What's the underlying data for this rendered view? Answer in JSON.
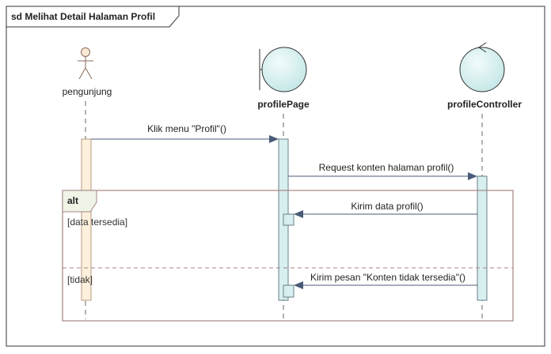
{
  "diagram": {
    "title": "sd Melihat Detail Halaman Profil",
    "lifelines": {
      "actor": "pengunjung",
      "boundary": "profilePage",
      "control": "profileController"
    },
    "messages": [
      "Klik menu \"Profil\"()",
      "Request konten halaman profil()",
      "Kirim data profil()",
      "Kirim pesan \"Konten tidak tersedia\"()"
    ],
    "fragment": {
      "operator": "alt",
      "guards": [
        "[data tersedia]",
        "[tidak]"
      ]
    }
  },
  "colors": {
    "actor_activation": "#fdf0dc",
    "object_fill": "#d7efef",
    "fragment_tab": "#eef4e6",
    "fragment_border": "#a58484",
    "line": "#4a5a78"
  }
}
